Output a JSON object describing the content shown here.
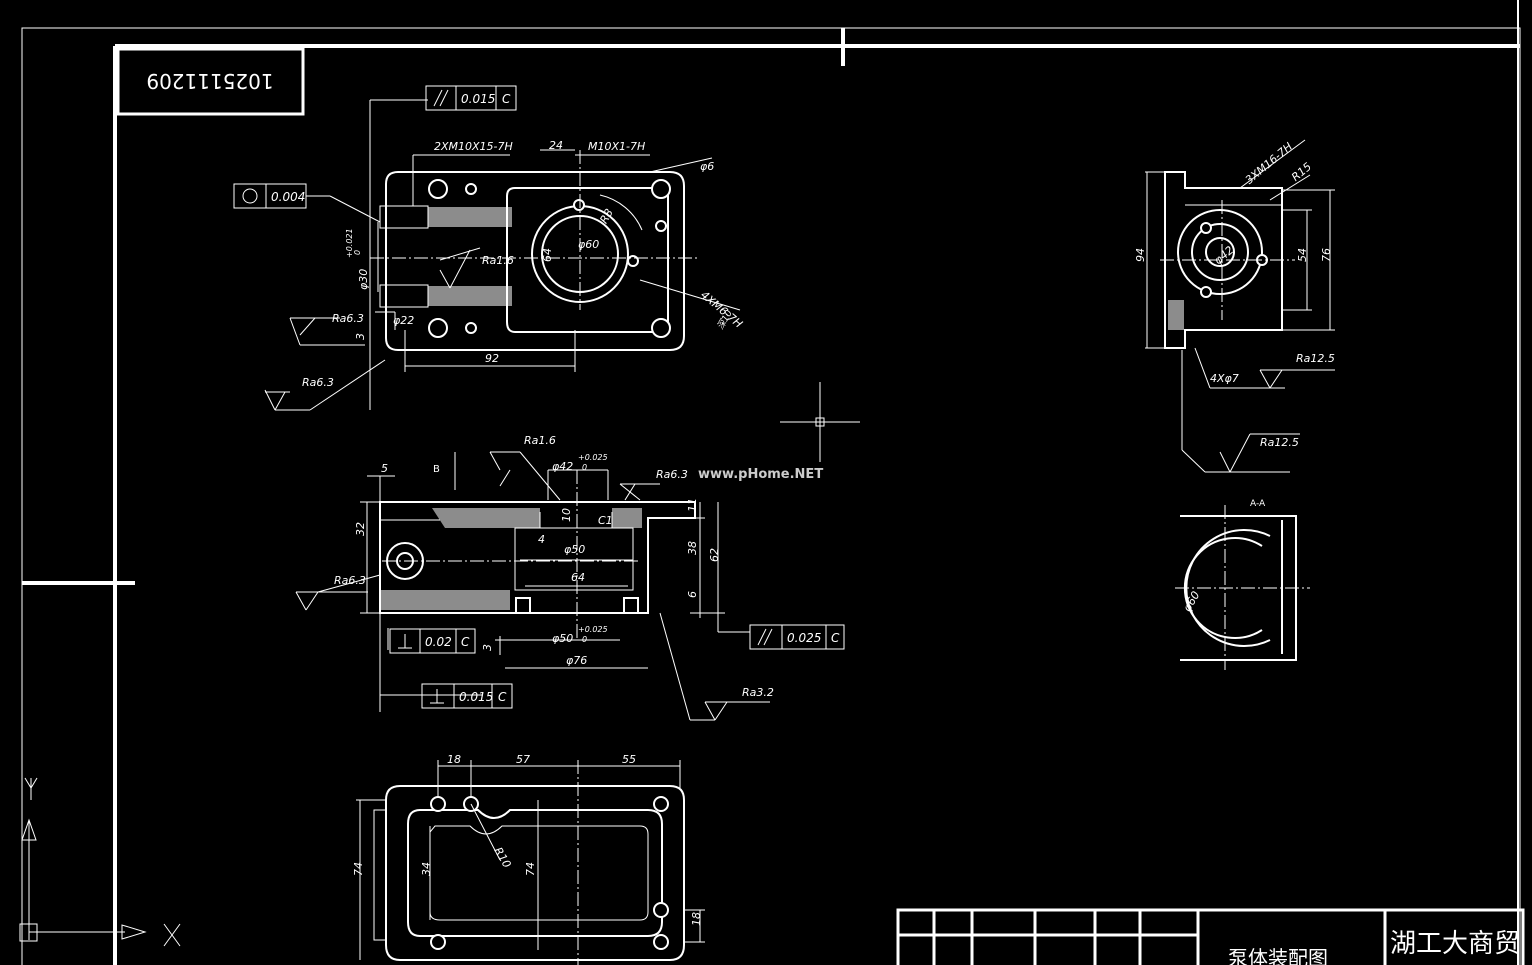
{
  "drawing_number": "1025111209",
  "watermark": "www.pHome.NET",
  "ucs": {
    "x": "X",
    "y": "Y"
  },
  "title_block": {
    "drawing_title": "泵体装配图",
    "school": "湖工大商贸"
  },
  "colors": {
    "background": "#000000",
    "lines": "#ffffff"
  },
  "tolerances": {
    "parallel_top": "0.015",
    "roundness": "0.004",
    "perp_1": "0.02",
    "perp_2": "0.015",
    "parallel_right": "0.025",
    "datum": "C"
  },
  "view_top": {
    "t1": "2XM10X15-7H",
    "t2": "24",
    "t3": "M10X1-7H",
    "t4": "φ6",
    "t5": "R8",
    "t6": "φ60",
    "t7": "64",
    "t8": "Ra1.6",
    "t9": "φ30",
    "t10": "+0.021",
    "t11": "0",
    "t12": "Ra6.3",
    "t13": "3",
    "t14": "φ22",
    "t15": "92",
    "t16": "4XM6-7H",
    "t17": "Ra6.3",
    "t18": "深10"
  },
  "view_front": {
    "t1": "Ra1.6",
    "t2": "5",
    "t3": "B",
    "t4": "φ42",
    "t5": "+0.025",
    "t6": "0",
    "t7": "Ra6.3",
    "t8": "32",
    "t9": "10",
    "t10": "C1",
    "t11": "11",
    "t12": "4",
    "t13": "φ50",
    "t14": "38",
    "t15": "62",
    "t16": "64",
    "t17": "Ra6.3",
    "t18": "6",
    "t19": "3",
    "t20": "φ50",
    "t21": "+0.025",
    "t22": "0",
    "t23": "φ76",
    "t24": "Ra3.2"
  },
  "view_side": {
    "t1": "3XM16-7H",
    "t2": "R15",
    "t3": "94",
    "t4": "φ42",
    "t5": "54",
    "t6": "76",
    "t7": "4Xφ7",
    "t8": "Ra12.5",
    "t9": "Ra12.5",
    "t10": "A-A",
    "t11": "φ60"
  },
  "view_bottom": {
    "t1": "18",
    "t2": "57",
    "t3": "55",
    "t4": "R10",
    "t5": "74",
    "t6": "34",
    "t7": "74",
    "t8": "18"
  }
}
